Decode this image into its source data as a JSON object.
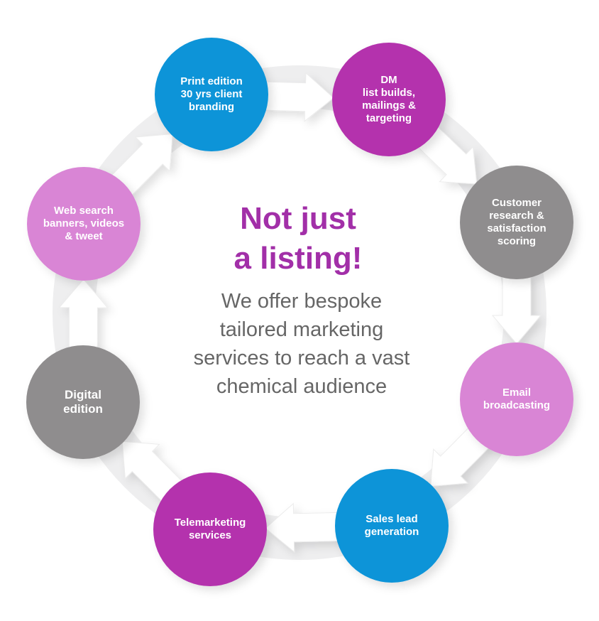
{
  "colors": {
    "blue": "#0c94d8",
    "magenta": "#b433ad",
    "gray": "#8f8d8e",
    "pink": "#d985d5",
    "headline": "#a22fa8",
    "body_text": "#666666",
    "background": "#ffffff",
    "ring": "#eeeeef"
  },
  "center": {
    "headline": "Not just\na listing!",
    "body": "We offer bespoke\ntailored marketing\nservices to reach a vast\nchemical audience"
  },
  "nodes": [
    {
      "id": "print-edition",
      "label": "Print edition\n30 yrs client\nbranding",
      "color": "blue"
    },
    {
      "id": "dm",
      "label": "DM\nlist builds,\nmailings &\ntargeting",
      "color": "magenta"
    },
    {
      "id": "customer-research",
      "label": "Customer\nresearch &\nsatisfaction\nscoring",
      "color": "gray"
    },
    {
      "id": "email-broadcasting",
      "label": "Email\nbroadcasting",
      "color": "pink"
    },
    {
      "id": "sales-lead-generation",
      "label": "Sales lead\ngeneration",
      "color": "blue"
    },
    {
      "id": "telemarketing-services",
      "label": "Telemarketing\nservices",
      "color": "magenta"
    },
    {
      "id": "digital-edition",
      "label": "Digital\nedition",
      "color": "gray"
    },
    {
      "id": "web-search",
      "label": "Web search\nbanners, videos\n& tweet",
      "color": "pink"
    }
  ]
}
